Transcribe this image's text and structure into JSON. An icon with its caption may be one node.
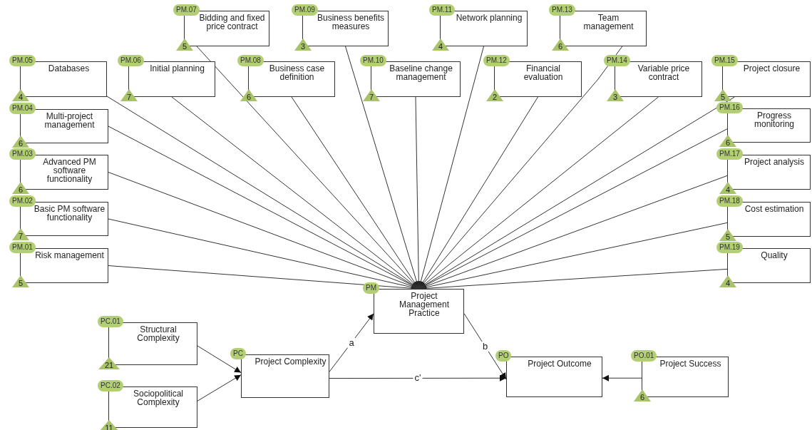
{
  "diagram": {
    "nodes": [
      {
        "text": [
          "PM.01",
          "Risk management",
          "5"
        ]
      },
      {
        "text": [
          "PM.02",
          "Basic PM software functionality",
          "7"
        ]
      },
      {
        "text": [
          "PM.03",
          "Advanced PM software functionality",
          "6"
        ]
      },
      {
        "text": [
          "PM.04",
          "Multi-project management",
          "6"
        ]
      },
      {
        "text": [
          "PM.05",
          "Databases",
          "4"
        ]
      },
      {
        "text": [
          "PM.06",
          "Initial planning",
          "7"
        ]
      },
      {
        "text": [
          "PM.07",
          "Bidding and fixed price contract",
          "5"
        ]
      },
      {
        "text": [
          "PM.08",
          "Business case definition",
          "6"
        ]
      },
      {
        "text": [
          "PM.09",
          "Business benefits measures",
          "3"
        ]
      },
      {
        "text": [
          "PM.10",
          "Baseline change management",
          "7"
        ]
      },
      {
        "text": [
          "PM.11",
          "Network planning",
          "4"
        ]
      },
      {
        "text": [
          "PM.12",
          "Financial evaluation",
          "2"
        ]
      },
      {
        "text": [
          "PM.13",
          "Team management",
          "6"
        ]
      },
      {
        "text": [
          "PM.14",
          "Variable price contract",
          "3"
        ]
      },
      {
        "text": [
          "PM.15",
          "Project closure",
          "5"
        ]
      },
      {
        "text": [
          "PM.16",
          "Progress monitoring",
          "6"
        ]
      },
      {
        "text": [
          "PM.17",
          "Project analysis",
          "4"
        ]
      },
      {
        "text": [
          "PM.18",
          "Cost estimation",
          "5"
        ]
      },
      {
        "text": [
          "PM.19",
          "Quality",
          "4"
        ]
      },
      {
        "text": [
          "PM",
          "Project Management Practice"
        ]
      },
      {
        "text": [
          "PC.01",
          "Structural Complexity",
          "21"
        ]
      },
      {
        "text": [
          "PC.02",
          "Sociopolitical Complexity",
          "11"
        ]
      },
      {
        "text": [
          "PC",
          "Project Complexity"
        ]
      },
      {
        "text": [
          "PO",
          "Project Outcome"
        ]
      },
      {
        "text": [
          "PO.01",
          "Project Success",
          "6"
        ]
      }
    ],
    "edges": [
      {
        "from": 19,
        "to": 0,
        "arrow": "none"
      },
      {
        "from": 19,
        "to": 1,
        "arrow": "none"
      },
      {
        "from": 19,
        "to": 2,
        "arrow": "none"
      },
      {
        "from": 19,
        "to": 3,
        "arrow": "none"
      },
      {
        "from": 19,
        "to": 4,
        "arrow": "none"
      },
      {
        "from": 19,
        "to": 5,
        "arrow": "none"
      },
      {
        "from": 19,
        "to": 6,
        "arrow": "none"
      },
      {
        "from": 19,
        "to": 7,
        "arrow": "none"
      },
      {
        "from": 19,
        "to": 8,
        "arrow": "none"
      },
      {
        "from": 19,
        "to": 9,
        "arrow": "none"
      },
      {
        "from": 19,
        "to": 10,
        "arrow": "none"
      },
      {
        "from": 19,
        "to": 11,
        "arrow": "none"
      },
      {
        "from": 19,
        "to": 12,
        "arrow": "none"
      },
      {
        "from": 19,
        "to": 13,
        "arrow": "none"
      },
      {
        "from": 19,
        "to": 14,
        "arrow": "none"
      },
      {
        "from": 19,
        "to": 15,
        "arrow": "none"
      },
      {
        "from": 19,
        "to": 16,
        "arrow": "none"
      },
      {
        "from": 19,
        "to": 17,
        "arrow": "none"
      },
      {
        "from": 19,
        "to": 18,
        "arrow": "none"
      },
      {
        "from": 20,
        "to": 22,
        "arrow": "to"
      },
      {
        "from": 21,
        "to": 22,
        "arrow": "to"
      },
      {
        "from": 22,
        "to": 19,
        "arrow": "to",
        "label": "a"
      },
      {
        "from": 19,
        "to": 23,
        "arrow": "to",
        "label": "b"
      },
      {
        "from": 22,
        "to": 23,
        "arrow": "to",
        "label": "c'"
      },
      {
        "from": 24,
        "to": 23,
        "arrow": "to"
      }
    ]
  }
}
